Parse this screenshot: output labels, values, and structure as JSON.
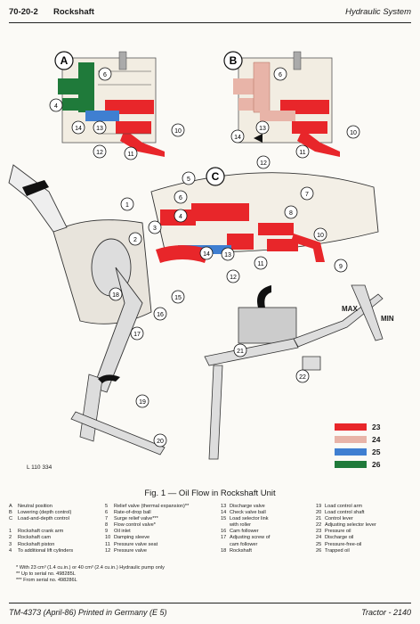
{
  "header": {
    "code": "70-20-2",
    "title": "Rockshaft",
    "system": "Hydraulic System"
  },
  "views": [
    "A",
    "B",
    "C"
  ],
  "callouts": {
    "n4": "4",
    "n5": "5",
    "n6": "6",
    "n7": "7",
    "n8": "8",
    "n9": "9",
    "n10": "10",
    "n11": "11",
    "n12": "12",
    "n13": "13",
    "n14": "14",
    "n15": "15",
    "n16": "16",
    "n17": "17",
    "n18": "18",
    "n19": "19",
    "n20": "20",
    "n21": "21",
    "n22": "22",
    "n1": "1",
    "n2": "2",
    "n3": "3"
  },
  "lever_labels": {
    "max": "MAX",
    "min": "MIN"
  },
  "image_ref": "L 110 334",
  "color_key": [
    {
      "num": "23",
      "color": "#e8262a"
    },
    {
      "num": "24",
      "color": "#e8b4a8"
    },
    {
      "num": "25",
      "color": "#3f7fd1"
    },
    {
      "num": "26",
      "color": "#1f7a3a"
    }
  ],
  "caption": "Fig. 1 — Oil Flow in Rockshaft Unit",
  "legend": {
    "col1": [
      {
        "k": "A",
        "t": "Neutral position"
      },
      {
        "k": "B",
        "t": "Lowering (depth control)"
      },
      {
        "k": "C",
        "t": "Load-and-depth control"
      },
      {
        "k": "",
        "t": ""
      },
      {
        "k": "1",
        "t": "Rockshaft crank arm"
      },
      {
        "k": "2",
        "t": "Rockshaft cam"
      },
      {
        "k": "3",
        "t": "Rockshaft piston"
      },
      {
        "k": "4",
        "t": "To additional lift cylinders"
      }
    ],
    "col2": [
      {
        "k": "5",
        "t": "Relief valve (thermal expansion)**"
      },
      {
        "k": "6",
        "t": "Rate-of-drop ball"
      },
      {
        "k": "7",
        "t": "Surge relief valve***"
      },
      {
        "k": "8",
        "t": "Flow control valve*"
      },
      {
        "k": "9",
        "t": "Oil inlet"
      },
      {
        "k": "10",
        "t": "Damping sleeve"
      },
      {
        "k": "11",
        "t": "Pressure valve seat"
      },
      {
        "k": "12",
        "t": "Pressure valve"
      }
    ],
    "col3": [
      {
        "k": "13",
        "t": "Discharge valve"
      },
      {
        "k": "14",
        "t": "Check valve ball"
      },
      {
        "k": "15",
        "t": "Load selector link"
      },
      {
        "k": "",
        "t": "with roller"
      },
      {
        "k": "16",
        "t": "Cam follower"
      },
      {
        "k": "17",
        "t": "Adjusting screw of"
      },
      {
        "k": "",
        "t": "cam follower"
      },
      {
        "k": "18",
        "t": "Rockshaft"
      }
    ],
    "col4": [
      {
        "k": "19",
        "t": "Load control arm"
      },
      {
        "k": "20",
        "t": "Load control shaft"
      },
      {
        "k": "21",
        "t": "Control lever"
      },
      {
        "k": "22",
        "t": "Adjusting selector lever"
      },
      {
        "k": "23",
        "t": "Pressure oil"
      },
      {
        "k": "24",
        "t": "Discharge oil"
      },
      {
        "k": "25",
        "t": "Pressure-free-oil"
      },
      {
        "k": "26",
        "t": "Trapped oil"
      }
    ]
  },
  "notes": [
    "* With 23 cm³ (1.4 cu.in.) or 40 cm³ (2.4 cu.in.) Hydraulic pump only",
    "** Up to serial no. 498285L",
    "*** From serial no. 498286L"
  ],
  "footer": {
    "left": "TM-4373 (April-86) Printed in Germany (E 5)",
    "right": "Tractor - 2140"
  }
}
